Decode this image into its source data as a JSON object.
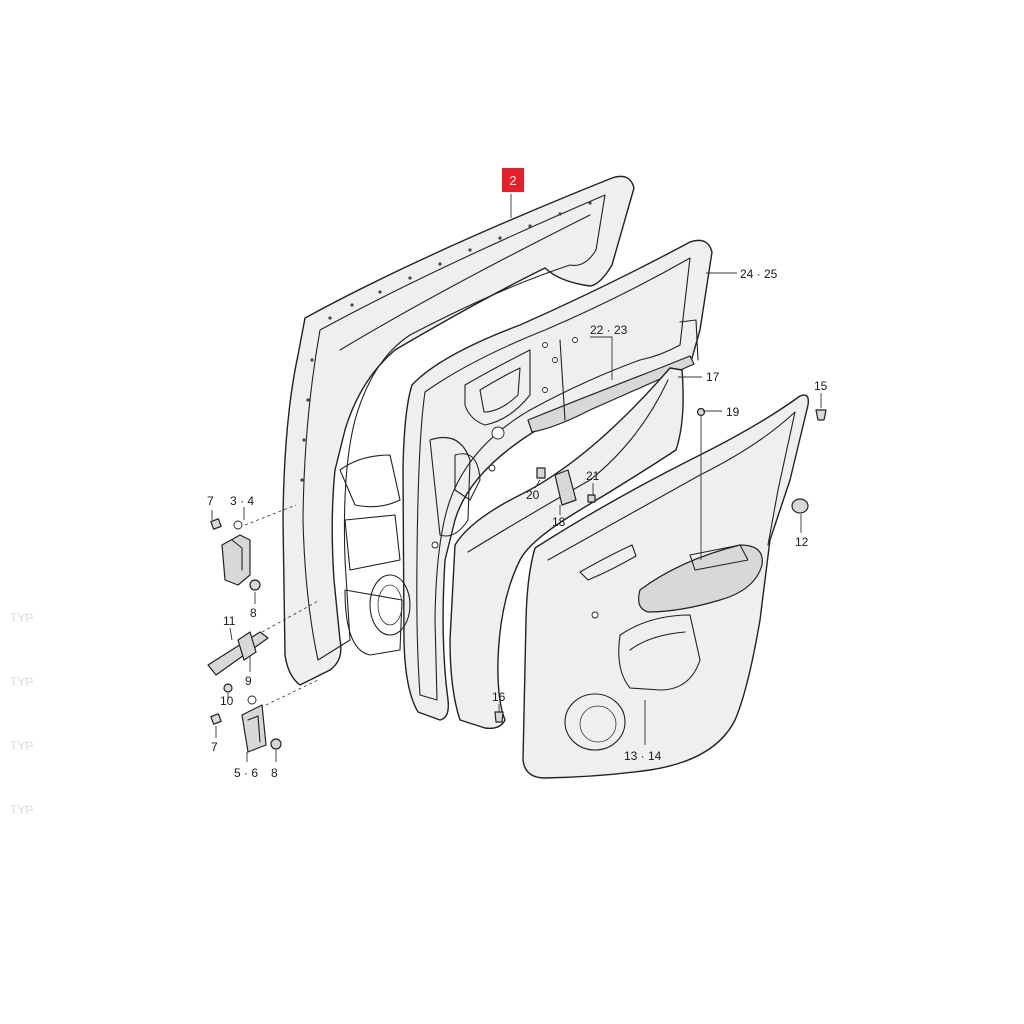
{
  "callouts": {
    "c2": "2",
    "c24_25": "24 · 25",
    "c22_23": "22 · 23",
    "c17": "17",
    "c15": "15",
    "c19": "19",
    "c21": "21",
    "c20": "20",
    "c18": "18",
    "c12": "12",
    "c7a": "7",
    "c3_4": "3 · 4",
    "c8a": "8",
    "c11": "11",
    "c10": "10",
    "c9": "9",
    "c7b": "7",
    "c5_6": "5 · 6",
    "c8b": "8",
    "c16": "16",
    "c13_14": "13 · 14"
  },
  "ghost_labels": [
    "TYP",
    "TYP",
    "TYP",
    "TYP"
  ],
  "colors": {
    "highlight_box": "#e8202a",
    "line": "#222222",
    "panel_fill": "#efefef"
  }
}
